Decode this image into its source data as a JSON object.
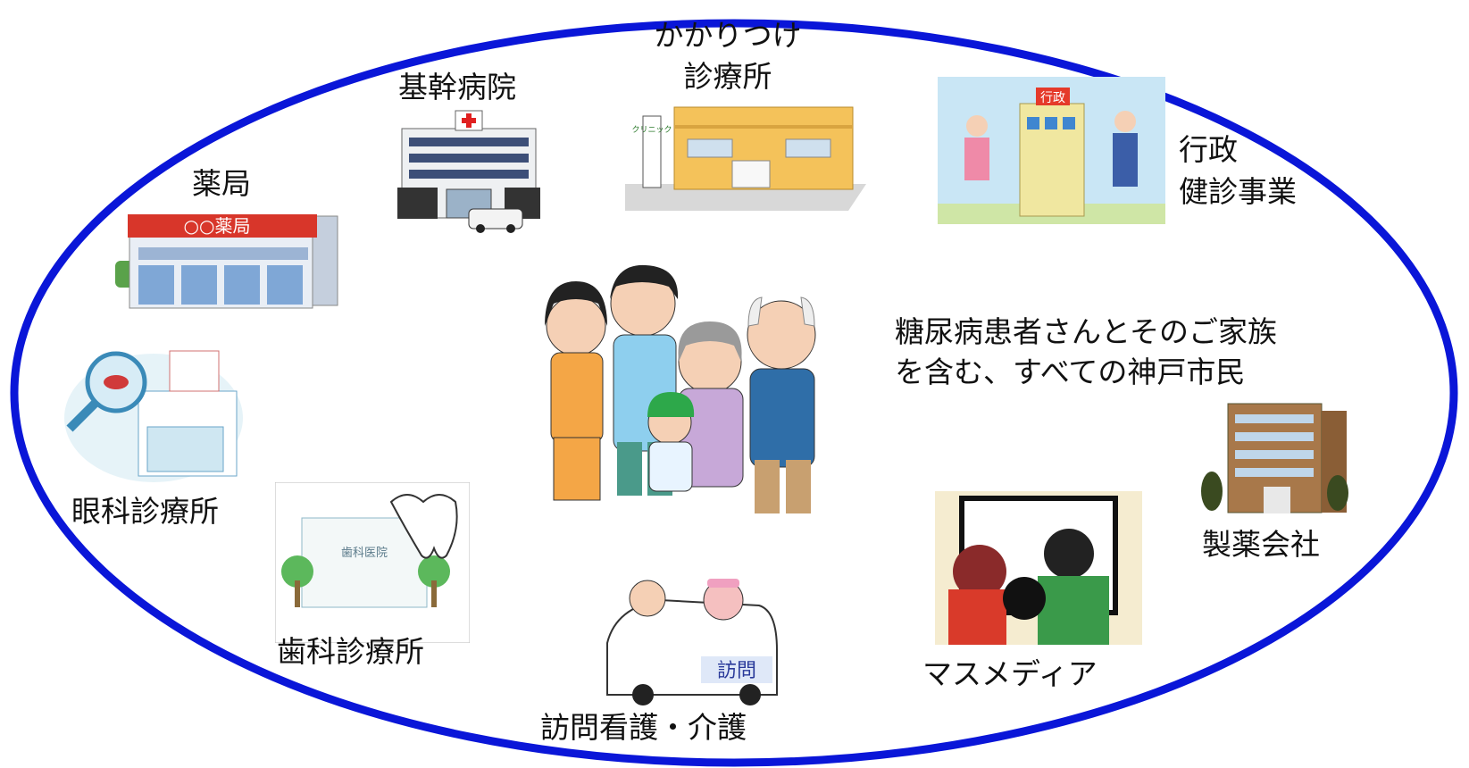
{
  "nodes": {
    "kakaritsuke": "かかりつけ",
    "shinryojo": "診療所",
    "kikan": "基幹病院",
    "yakkyoku": "薬局",
    "yakkyoku_sign": "○○薬局",
    "ganka": "眼科診療所",
    "shika": "歯科診療所",
    "shika_sign": "歯科医院",
    "houmon": "訪問看護・介護",
    "houmon_car": "訪問",
    "mass": "マスメディア",
    "seiyaku": "製薬会社",
    "gyosei": "行政",
    "kenshin": "健診事業",
    "gyosei_sign": "行政",
    "clinic_sign": "クリニック"
  },
  "center": {
    "line1": "糖尿病患者さんとそのご家族",
    "line2": "を含む、すべての神戸市民"
  },
  "colors": {
    "ring": "#0a16d8"
  }
}
